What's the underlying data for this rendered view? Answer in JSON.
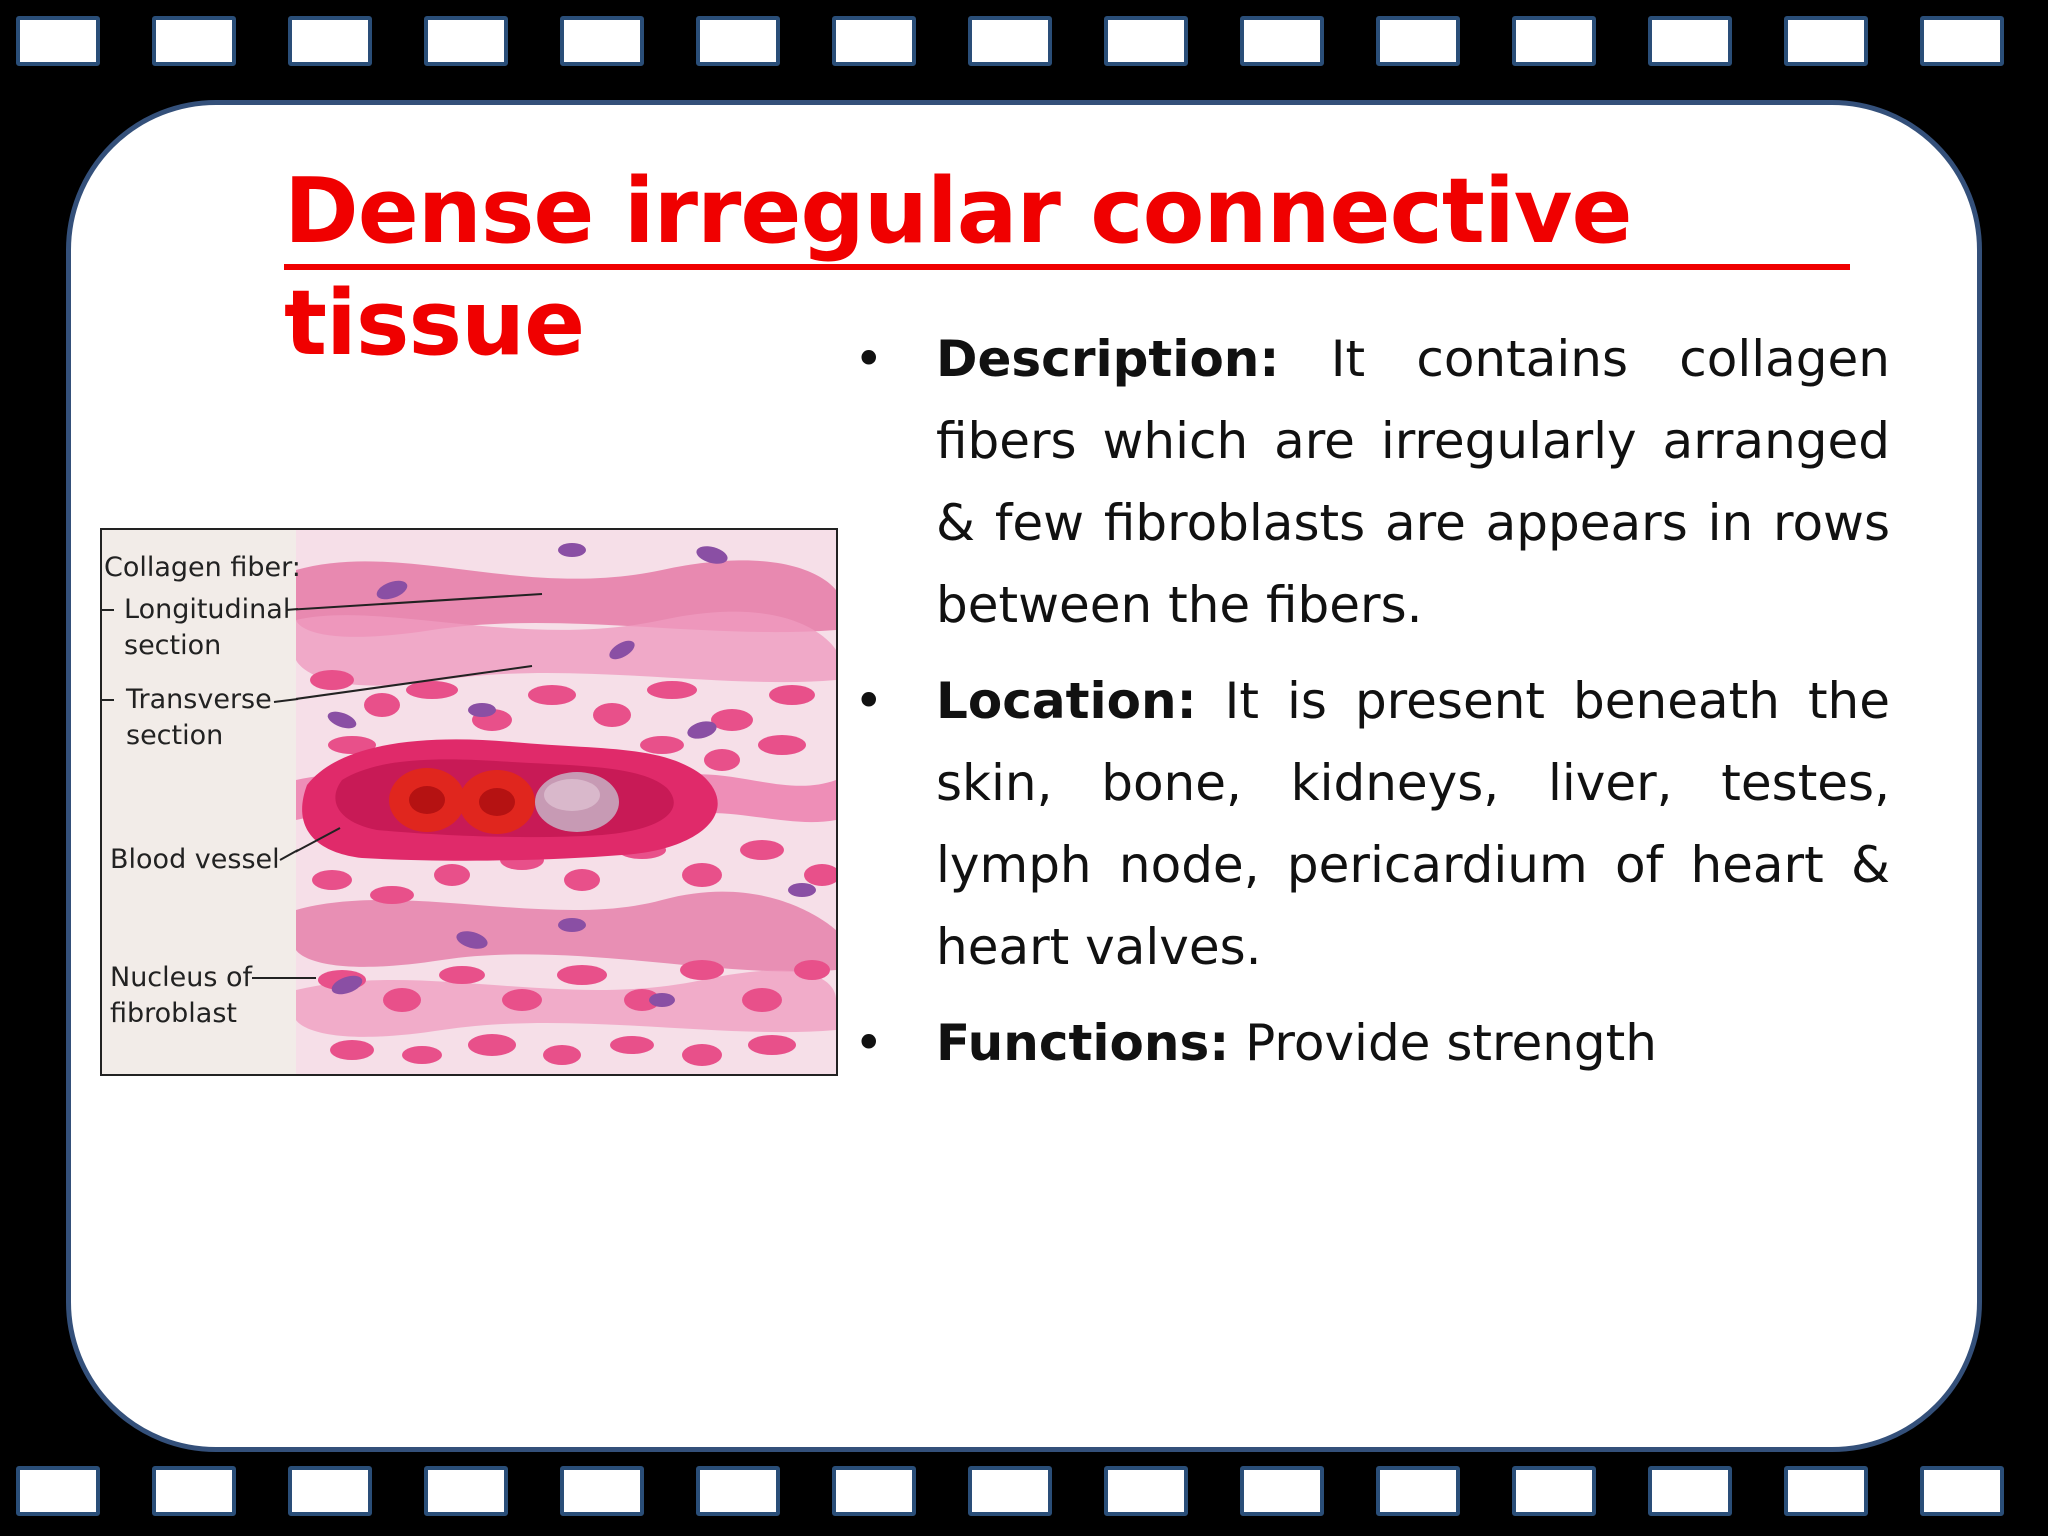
{
  "slide": {
    "title": "Dense irregular connective tissue",
    "colors": {
      "title": "#f00000",
      "frame": "#000000",
      "card_border": "#34507a",
      "body_text": "#111111"
    }
  },
  "figure": {
    "labels": {
      "collagen": "Collagen fiber:",
      "longitudinal": "Longitudinal\nsection",
      "transverse": "Transverse\nsection",
      "vessel": "Blood vessel",
      "nucleus": "Nucleus of\nfibroblast"
    }
  },
  "bullets": [
    {
      "heading": "Description:",
      "text": " It contains collagen fibers which are irregularly arranged & few fibroblasts are appears in rows between the fibers."
    },
    {
      "heading": "Location:",
      "text": " It is present beneath the skin, bone, kidneys, liver, testes, lymph node, pericardium of heart & heart valves."
    },
    {
      "heading": "Functions:",
      "text": " Provide strength"
    }
  ],
  "bullet_glyph": "•"
}
